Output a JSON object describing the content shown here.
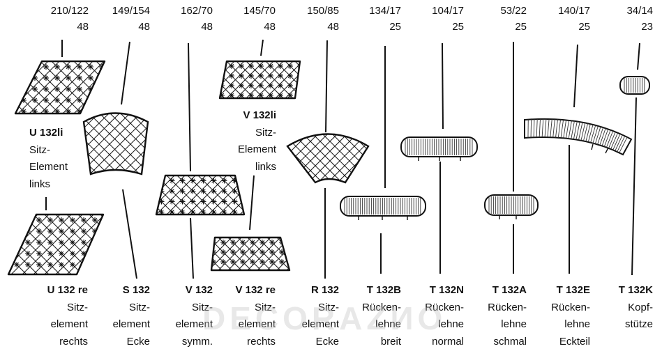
{
  "watermark": "DECORAZИO",
  "items": [
    {
      "code": "U 132li",
      "dims_top": "210/122",
      "dims_bottom": "48",
      "desc": [
        "Sitz-",
        "Element",
        "links"
      ],
      "shape": "diamond"
    },
    {
      "code": "S 132",
      "dims_top": "149/154",
      "dims_bottom": "48",
      "desc": [
        "Sitz-",
        "element",
        "Ecke"
      ],
      "shape": "wedge"
    },
    {
      "code": "V 132",
      "dims_top": "162/70",
      "dims_bottom": "48",
      "desc": [
        "Sitz-",
        "element",
        "symm."
      ],
      "shape": "trapezoid"
    },
    {
      "code": "V 132li",
      "dims_top": "145/70",
      "dims_bottom": "48",
      "desc": [
        "Sitz-",
        "Element",
        "links"
      ],
      "shape": "parallelogram"
    },
    {
      "code": "R 132",
      "dims_top": "150/85",
      "dims_bottom": "48",
      "desc": [
        "Sitz-",
        "element",
        "Ecke"
      ],
      "shape": "fan"
    },
    {
      "code": "T 132B",
      "dims_top": "134/17",
      "dims_bottom": "25",
      "desc": [
        "Rücken-",
        "lehne",
        "breit"
      ],
      "shape": "roll"
    },
    {
      "code": "T 132N",
      "dims_top": "104/17",
      "dims_bottom": "25",
      "desc": [
        "Rücken-",
        "lehne",
        "normal"
      ],
      "shape": "roll"
    },
    {
      "code": "T 132A",
      "dims_top": "53/22",
      "dims_bottom": "25",
      "desc": [
        "Rücken-",
        "lehne",
        "schmal"
      ],
      "shape": "roll"
    },
    {
      "code": "T 132E",
      "dims_top": "140/17",
      "dims_bottom": "25",
      "desc": [
        "Rücken-",
        "lehne",
        "Eckteil"
      ],
      "shape": "curved-roll"
    },
    {
      "code": "T 132K",
      "dims_top": "34/14",
      "dims_bottom": "23",
      "desc": [
        "Kopf-",
        "stütze"
      ],
      "shape": "roll"
    }
  ],
  "extra": {
    "code": "U 132 re",
    "desc": [
      "Sitz-",
      "element",
      "rechts"
    ],
    "shape": "diamond"
  },
  "extra2": {
    "code": "V 132 re",
    "desc": [
      "Sitz-",
      "element",
      "rechts"
    ],
    "shape": "parallelogram"
  }
}
